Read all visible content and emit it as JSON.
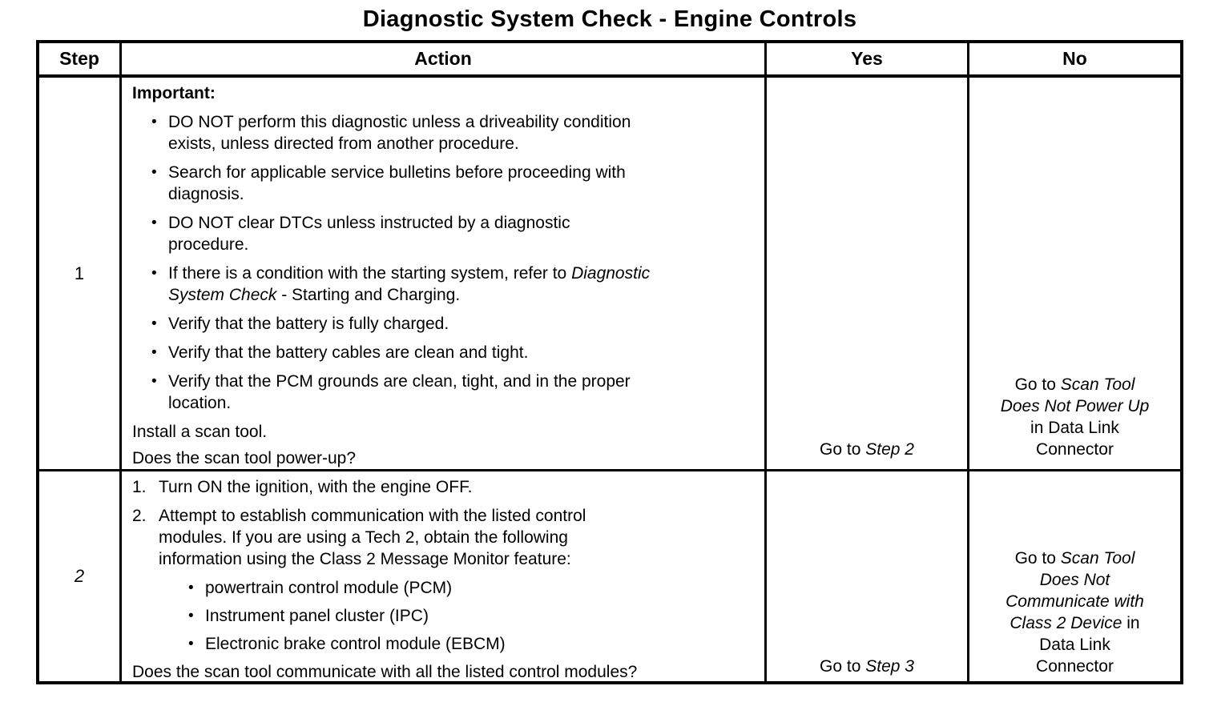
{
  "title": "Diagnostic System Check - Engine Controls",
  "icons": {
    "bullet": "•"
  },
  "table": {
    "headers": [
      "Step",
      "Action",
      "Yes",
      "No"
    ],
    "rows": [
      {
        "step": "1",
        "action": {
          "heading": "Important:",
          "bullets": [
            [
              {
                "t": "DO NOT perform this diagnostic unless a driveability condition\nexists, unless directed from another procedure."
              }
            ],
            [
              {
                "t": "Search for applicable service bulletins before proceeding with\ndiagnosis."
              }
            ],
            [
              {
                "t": "DO NOT clear DTCs unless instructed by a diagnostic\nprocedure."
              }
            ],
            [
              {
                "t": "If there is a condition with the starting system, refer to "
              },
              {
                "t": "Diagnostic\nSystem Check",
                "i": true
              },
              {
                "t": " - Starting and Charging."
              }
            ],
            [
              {
                "t": "Verify that the battery is fully charged."
              }
            ],
            [
              {
                "t": "Verify that the battery cables are clean and tight."
              }
            ],
            [
              {
                "t": "Verify that the PCM grounds are clean, tight, and in the proper\nlocation."
              }
            ]
          ],
          "lines": [
            [
              {
                "t": "Install a scan tool."
              }
            ],
            [
              {
                "t": "Does the scan tool power-up?"
              }
            ]
          ]
        },
        "yes": [
          {
            "t": "Go to "
          },
          {
            "t": "Step 2",
            "i": true
          }
        ],
        "no": [
          {
            "t": "Go to "
          },
          {
            "t": "Scan Tool\nDoes Not Power Up",
            "i": true
          },
          {
            "t": "\nin Data Link\nConnector"
          }
        ]
      },
      {
        "step": "2",
        "action": {
          "numbered": [
            {
              "n": "1.",
              "s": [
                {
                  "t": "Turn ON the ignition, with the engine OFF."
                }
              ]
            },
            {
              "n": "2.",
              "s": [
                {
                  "t": "Attempt to establish communication with the listed control\nmodules. If you are using a Tech 2, obtain the following\ninformation using the Class 2 Message Monitor feature:"
                }
              ]
            }
          ],
          "sub_bullets": [
            [
              {
                "t": "powertrain control module (PCM)"
              }
            ],
            [
              {
                "t": "Instrument panel cluster (IPC)"
              }
            ],
            [
              {
                "t": "Electronic brake control module (EBCM)"
              }
            ]
          ],
          "lines": [
            [
              {
                "t": "Does the scan tool communicate with all the listed control modules?"
              }
            ]
          ]
        },
        "yes": [
          {
            "t": "Go to "
          },
          {
            "t": "Step 3",
            "i": true
          }
        ],
        "no": [
          {
            "t": "Go to "
          },
          {
            "t": "Scan Tool\nDoes Not\nCommunicate with\nClass 2 Device",
            "i": true
          },
          {
            "t": " in\nData Link\nConnector"
          }
        ]
      }
    ]
  }
}
